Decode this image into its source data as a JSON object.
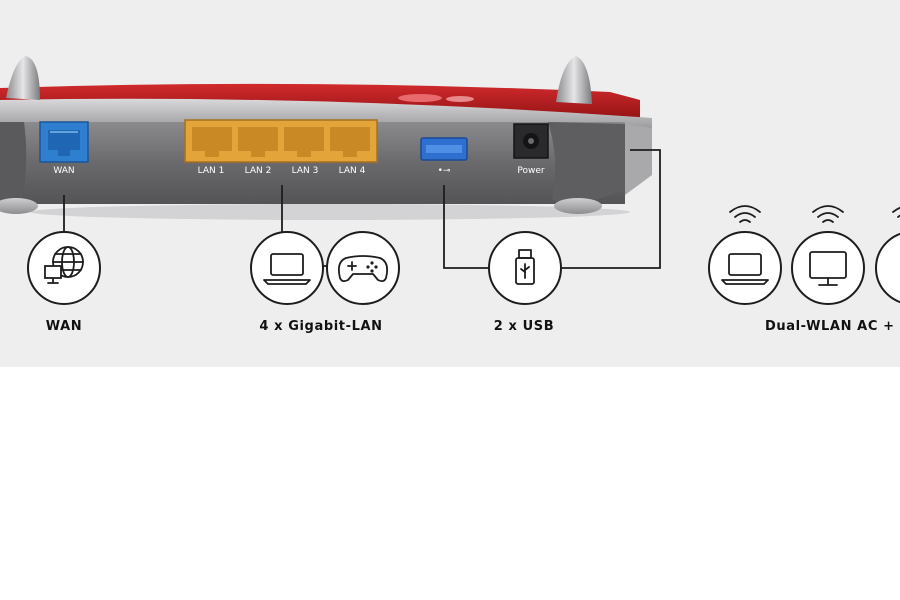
{
  "router": {
    "ports": {
      "wan": "WAN",
      "lan1": "LAN 1",
      "lan2": "LAN 2",
      "lan3": "LAN 3",
      "lan4": "LAN 4",
      "usb_symbol": "•⊸",
      "power": "Power"
    }
  },
  "features": {
    "wan": {
      "label": "WAN",
      "icon": "globe-monitor-icon"
    },
    "lan": {
      "label": "4 x Gigabit-LAN",
      "icons": [
        "laptop-icon",
        "gamepad-icon"
      ]
    },
    "usb": {
      "label": "2 x USB",
      "icon": "usb-stick-icon"
    },
    "wlan": {
      "label": "Dual-WLAN AC + N",
      "icons": [
        "wifi-laptop-icon",
        "wifi-monitor-icon",
        "wifi-phone-icon"
      ]
    }
  },
  "colors": {
    "panel_bg": "#eeeeee",
    "router_body": "#6f6f72",
    "router_red": "#b3191c",
    "wan_port": "#2e7fcf",
    "lan_port": "#e3a43a",
    "usb_port": "#2f6fd0",
    "outline": "#1d1d1d"
  }
}
